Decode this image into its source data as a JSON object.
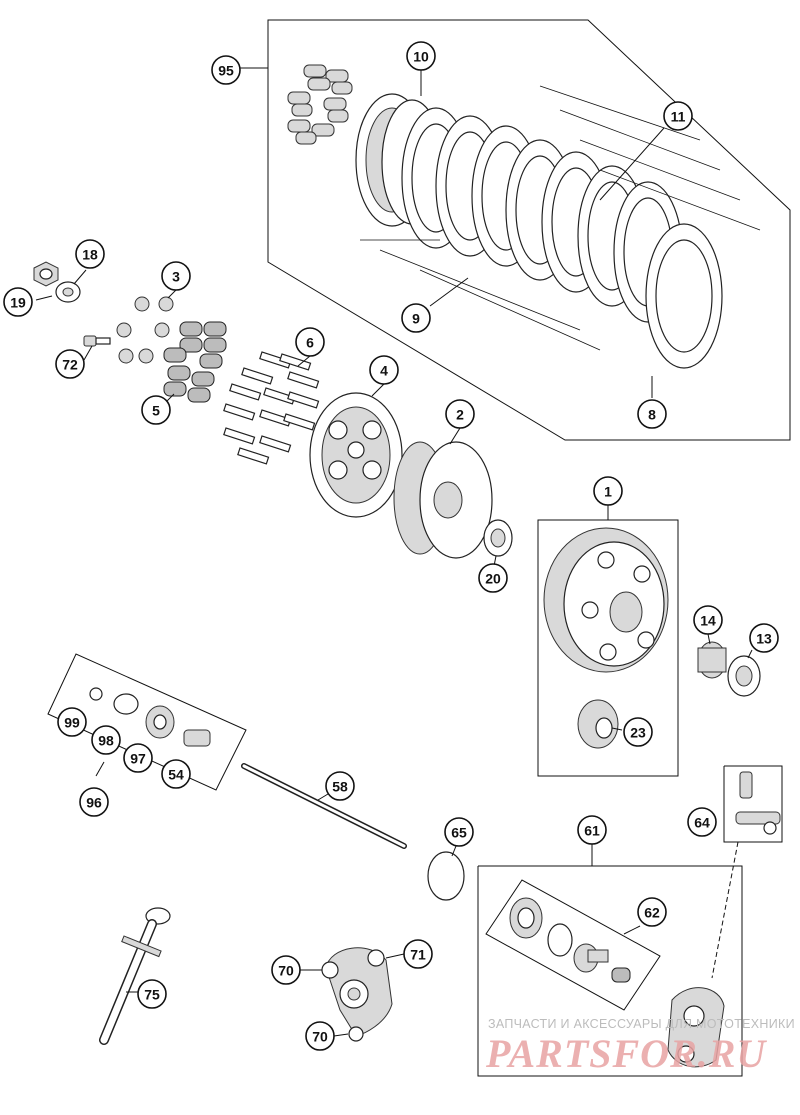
{
  "callouts": {
    "c95": "95",
    "c10": "10",
    "c11": "11",
    "c9": "9",
    "c8": "8",
    "c18": "18",
    "c19": "19",
    "c3": "3",
    "c72": "72",
    "c5": "5",
    "c6": "6",
    "c4": "4",
    "c2": "2",
    "c20": "20",
    "c1": "1",
    "c14": "14",
    "c13": "13",
    "c23": "23",
    "c99": "99",
    "c98": "98",
    "c97": "97",
    "c54": "54",
    "c96": "96",
    "c58": "58",
    "c65": "65",
    "c61": "61",
    "c64": "64",
    "c62": "62",
    "c71": "71",
    "c70a": "70",
    "c70b": "70",
    "c75": "75"
  },
  "watermark": {
    "line1": "ЗАПЧАСТИ И АКСЕССУАРЫ ДЛЯ МОТОТЕХНИКИ",
    "line2": "PARTSFOR.RU"
  }
}
